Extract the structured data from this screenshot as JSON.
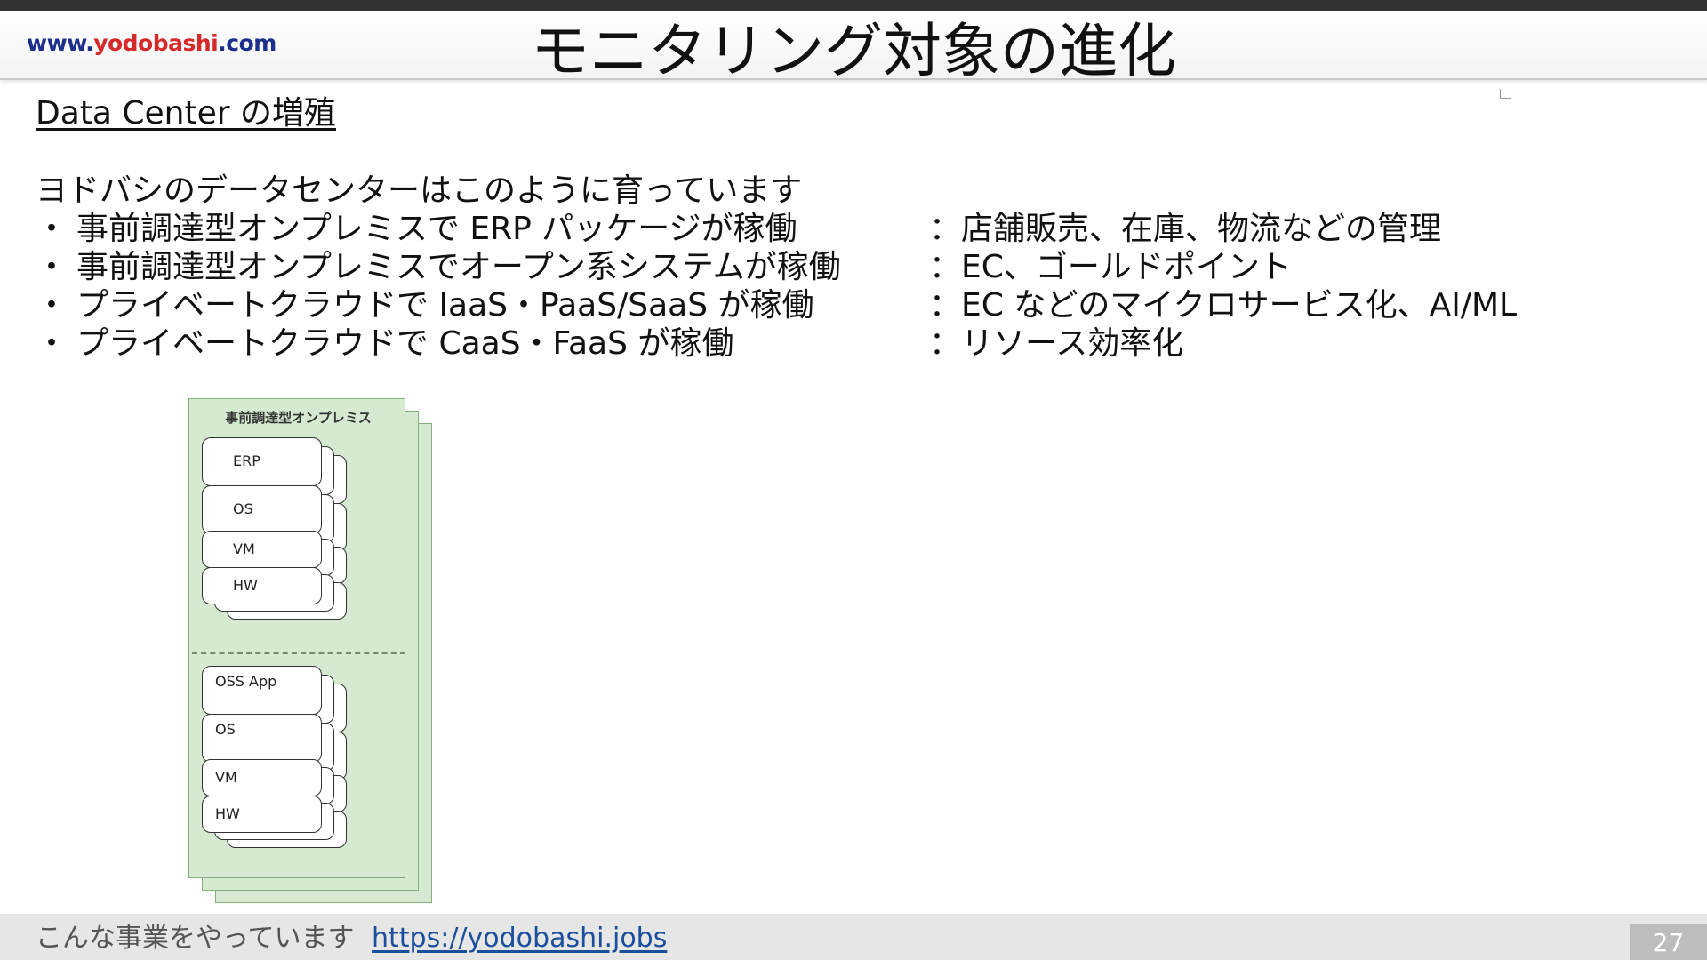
{
  "header": {
    "logo_prefix": "www.",
    "logo_brand": "yodobashi",
    "logo_suffix": ".com",
    "title": "モニタリング対象の進化"
  },
  "main": {
    "section_heading": "Data Center の増殖",
    "intro": "ヨドバシのデータセンターはこのように育っています",
    "bullet_symbol": "・",
    "bullets": [
      {
        "text": "事前調達型オンプレミスで ERP パッケージが稼働",
        "desc": "：店舗販売、在庫、物流などの管理"
      },
      {
        "text": "事前調達型オンプレミスでオープン系システムが稼働",
        "desc": "：EC、ゴールドポイント"
      },
      {
        "text": "プライベートクラウドで IaaS・PaaS/SaaS が稼働",
        "desc": "：EC などのマイクロサービス化、AI/ML"
      },
      {
        "text": "プライベートクラウドで CaaS・FaaS が稼働",
        "desc": "：リソース効率化"
      }
    ]
  },
  "diagram": {
    "panel_title": "事前調達型オンプレミス",
    "upper_stack": [
      "ERP",
      "OS",
      "VM",
      "HW"
    ],
    "lower_stack": [
      "OSS App",
      "OS",
      "VM",
      "HW"
    ],
    "colors": {
      "panel_fill": "#d5ead0",
      "panel_border": "#84b07c"
    }
  },
  "footer": {
    "text": "こんな事業をやっています",
    "link": "https://yodobashi.jobs",
    "page_number": "27"
  },
  "colors": {
    "logo_blue": "#1c2f8c",
    "logo_red": "#d62a2a",
    "link": "#1a4f9c"
  }
}
